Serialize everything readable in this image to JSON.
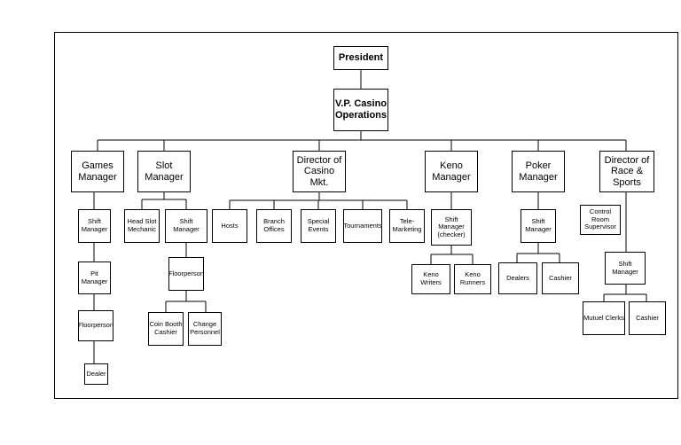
{
  "nodes": {
    "president": "President",
    "vp": "V.P. Casino\nOperations",
    "games_manager": "Games\nManager",
    "slot_manager": "Slot\nManager",
    "director_mkt": "Director of\nCasino Mkt.",
    "keno_manager": "Keno\nManager",
    "poker_manager": "Poker\nManager",
    "director_race": "Director of\nRace & Sports",
    "games_shift_manager": "Shift\nManager",
    "pit_manager": "Pit\nManager",
    "games_floorperson": "Floorperson",
    "dealer": "Dealer",
    "head_slot_mechanic": "Head Slot\nMechanic",
    "slot_shift_manager": "Shift Manager",
    "slot_floorperson": "Floorperson",
    "coin_booth_cashier": "Coin Booth\nCashier",
    "change_personnel": "Change\nPersonnel",
    "hosts": "Hosts",
    "branch_offices": "Branch\nOffices",
    "special_events": "Special\nEvents",
    "tournaments": "Tournaments",
    "tele_marketing": "Tele-\nMarketing",
    "keno_shift_manager": "Shift Manager\n(checker)",
    "keno_writers": "Keno\nWriters",
    "keno_runners": "Keno\nRunners",
    "poker_shift_manager": "Shift\nManager",
    "poker_dealers": "Dealers",
    "poker_cashier": "Cashier",
    "control_room_supervisor": "Control Room\nSupervisor",
    "race_shift_manager": "Shift Manager",
    "mutuel_clerks": "Mutuel Clerks",
    "race_cashier": "Cashier"
  }
}
